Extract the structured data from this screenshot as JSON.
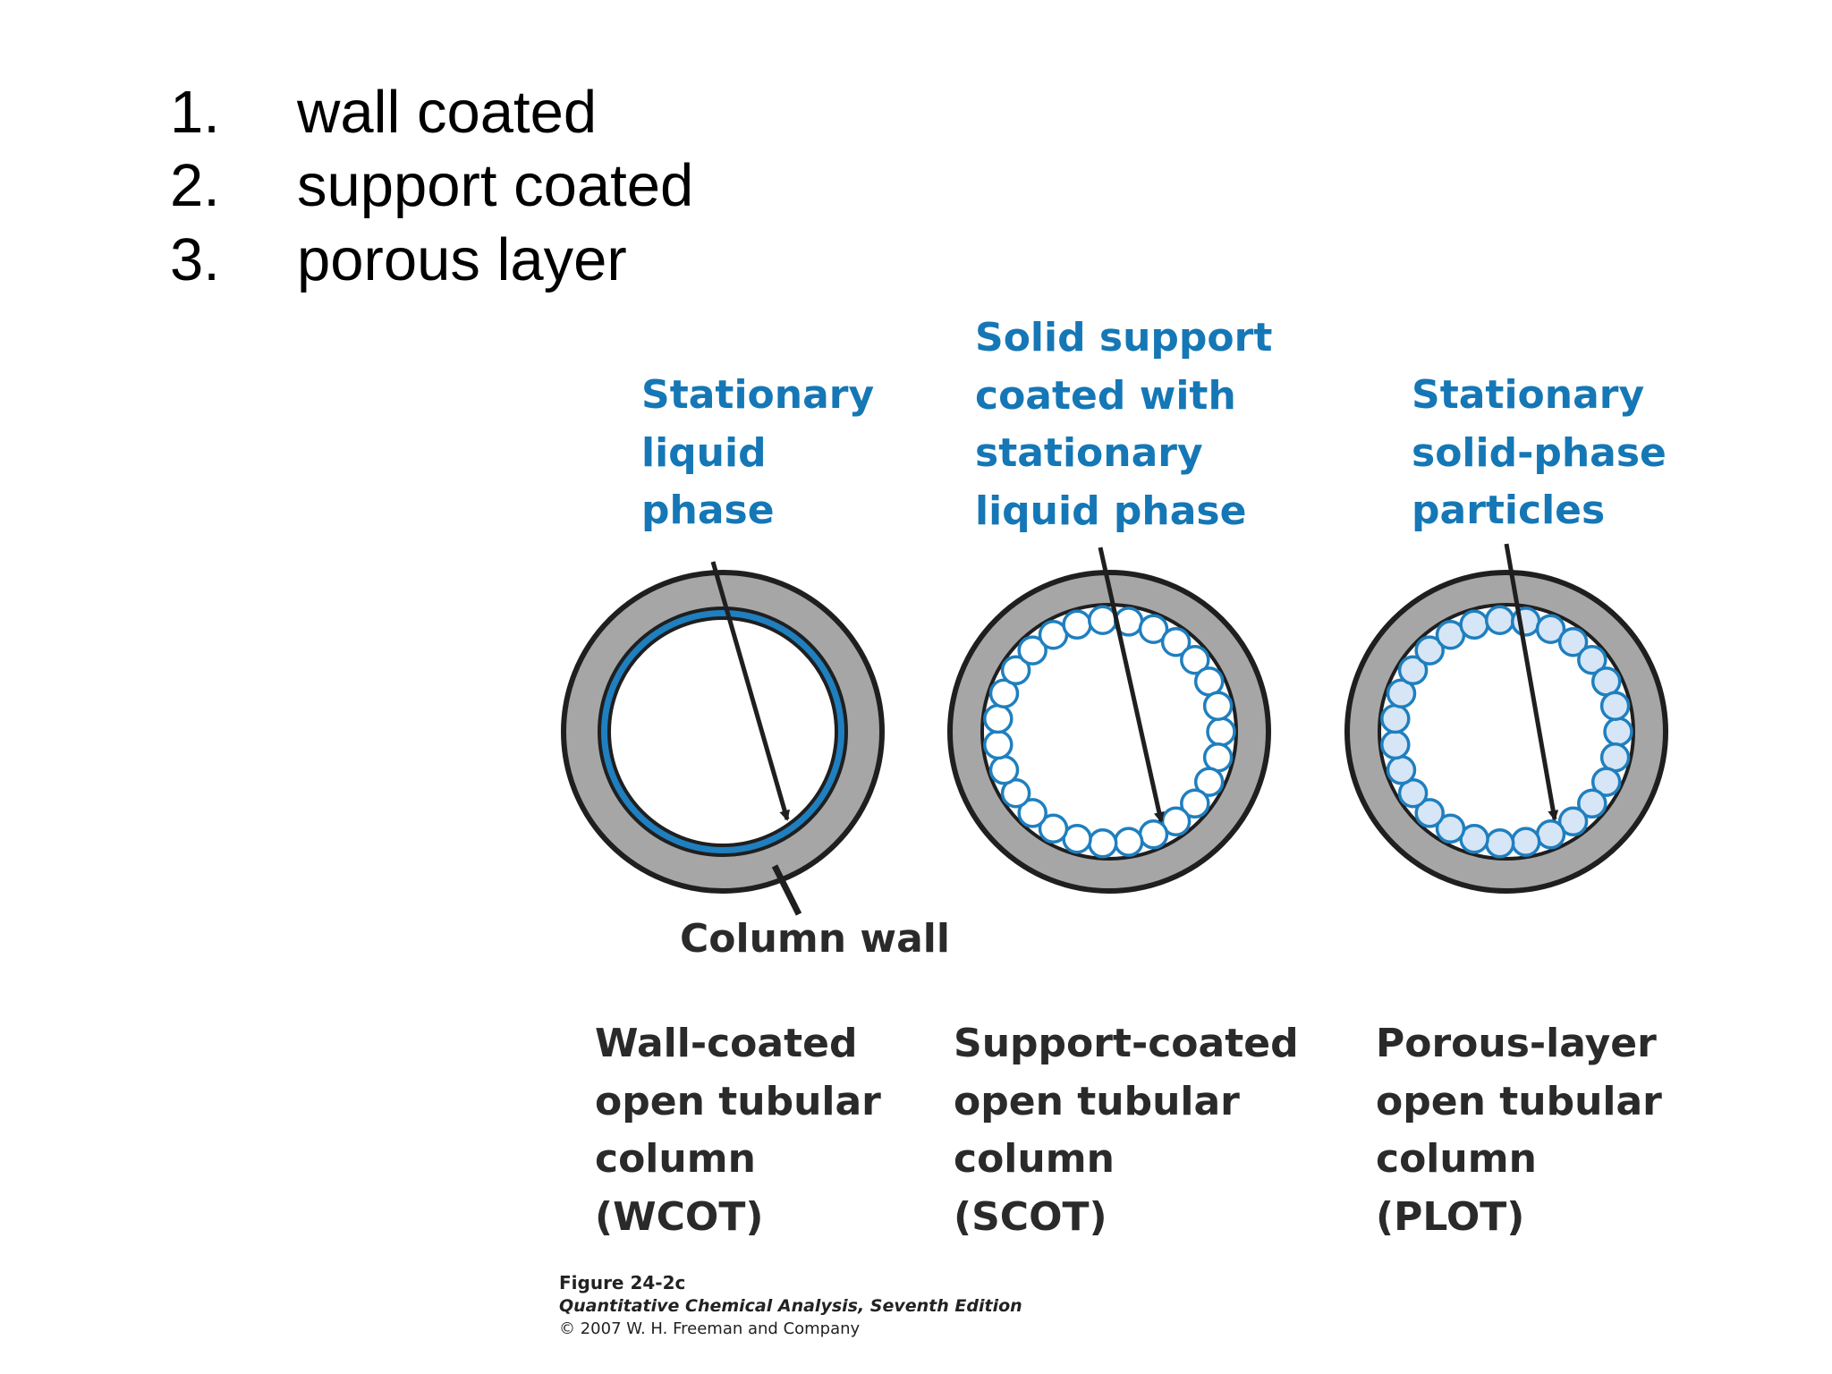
{
  "list": [
    {
      "number": "1.",
      "text": "wall coated"
    },
    {
      "number": "2.",
      "text": "support coated"
    },
    {
      "number": "3.",
      "text": "porous layer"
    }
  ],
  "figure": {
    "columns": [
      {
        "phase_label": [
          "Stationary",
          "liquid",
          "phase"
        ],
        "name_label": [
          "Wall-coated",
          "open tubular",
          "column",
          "(WCOT)"
        ]
      },
      {
        "phase_label": [
          "Solid support",
          "coated with",
          "stationary",
          "liquid phase"
        ],
        "name_label": [
          "Support-coated",
          "open tubular",
          "column",
          "(SCOT)"
        ]
      },
      {
        "phase_label": [
          "Stationary",
          "solid-phase",
          "particles"
        ],
        "name_label": [
          "Porous-layer",
          "open tubular",
          "column",
          "(PLOT)"
        ]
      }
    ],
    "wall_label": "Column wall",
    "caption": {
      "number": "Figure 24-2c",
      "book": "Quantitative Chemical Analysis, Seventh Edition",
      "copyright": "© 2007 W. H. Freeman and Company"
    }
  },
  "colors": {
    "wall_gray": "#a6a6a7",
    "outline": "#1f1f1f",
    "phase_blue": "#1f7fbf",
    "particle_fill": "#d6e6f6",
    "label_blue": "#1577b5"
  }
}
